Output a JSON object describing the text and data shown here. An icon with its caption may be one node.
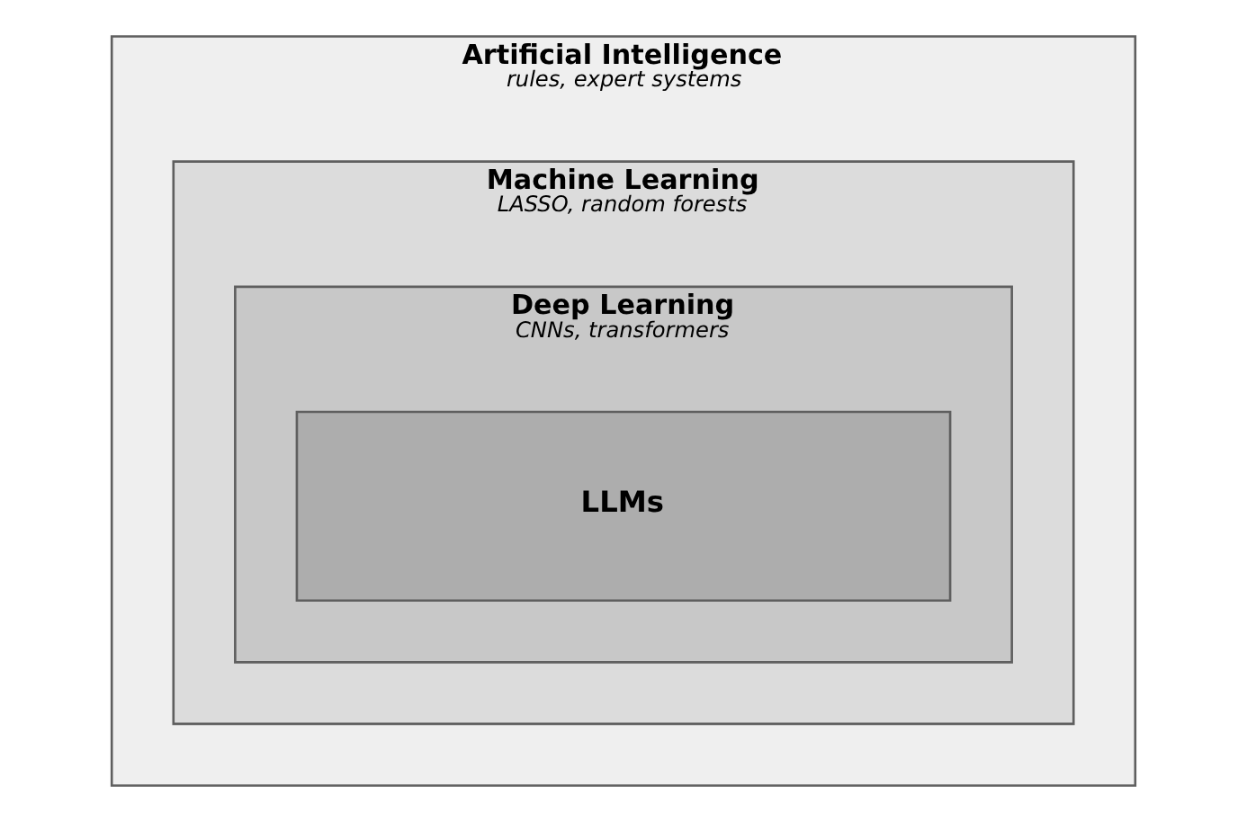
{
  "diagram": {
    "nodes": [
      {
        "text": [
          "Artificial Intelligence",
          "rules, expert systems"
        ]
      },
      {
        "text": [
          "Machine Learning",
          "LASSO, random forests"
        ],
        "in": 0
      },
      {
        "text": [
          "Deep Learning",
          "CNNs, transformers"
        ],
        "in": 1
      },
      {
        "text": [
          "LLMs"
        ],
        "in": 2
      }
    ]
  }
}
